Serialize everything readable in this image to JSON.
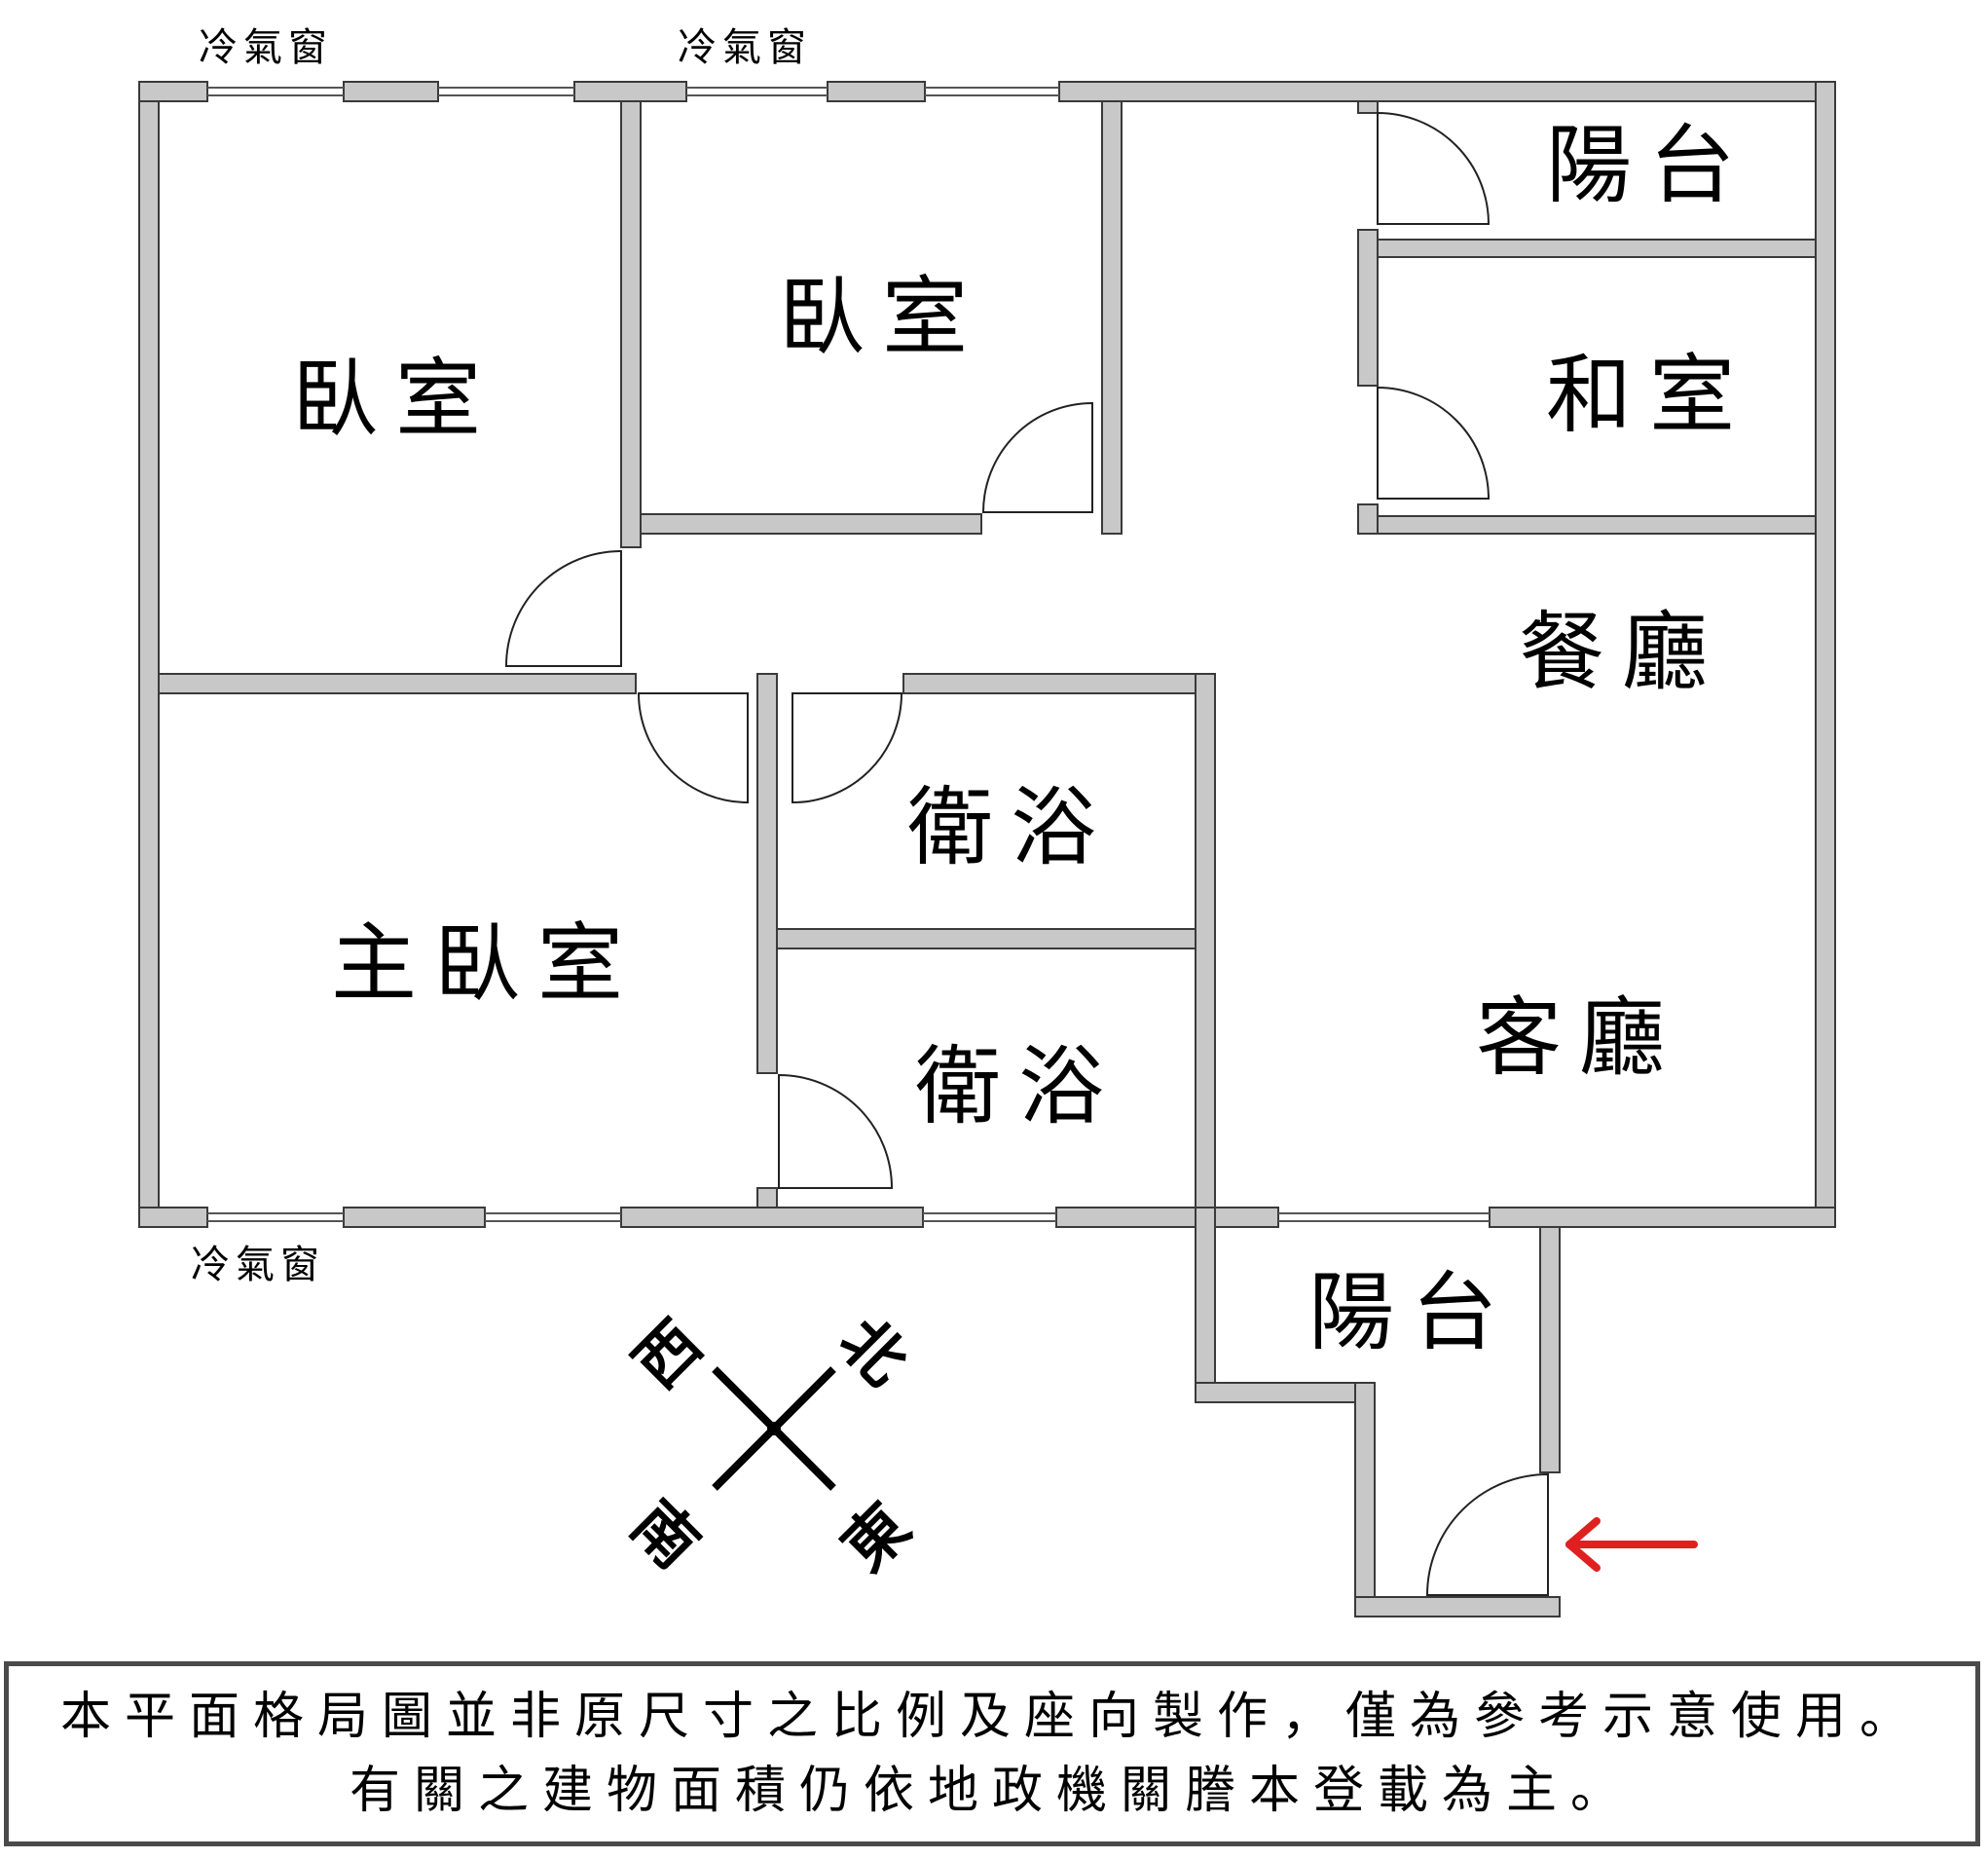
{
  "rooms": {
    "bedroom_nw": "臥室",
    "bedroom_n": "臥室",
    "master_bedroom": "主臥室",
    "balcony_ne": "陽台",
    "japanese_room": "和室",
    "dining_room": "餐廳",
    "bathroom_upper": "衛浴",
    "bathroom_lower": "衛浴",
    "living_room": "客廳",
    "balcony_se": "陽台"
  },
  "windows": {
    "ac_window_1": "冷氣窗",
    "ac_window_2": "冷氣窗",
    "ac_window_3": "冷氣窗"
  },
  "compass": {
    "north": "北",
    "east": "東",
    "south": "南",
    "west": "西"
  },
  "colors": {
    "wall_fill": "#c8c8c8",
    "wall_stroke": "#3a3a3a",
    "entrance_arrow": "#e02020"
  },
  "icons": {
    "entrance": "arrow-left-icon"
  },
  "notice": {
    "line1": "本平面格局圖並非原尺寸之比例及座向製作，僅為參考示意使用。",
    "line2": "有關之建物面積仍依地政機關謄本登載為主。"
  }
}
